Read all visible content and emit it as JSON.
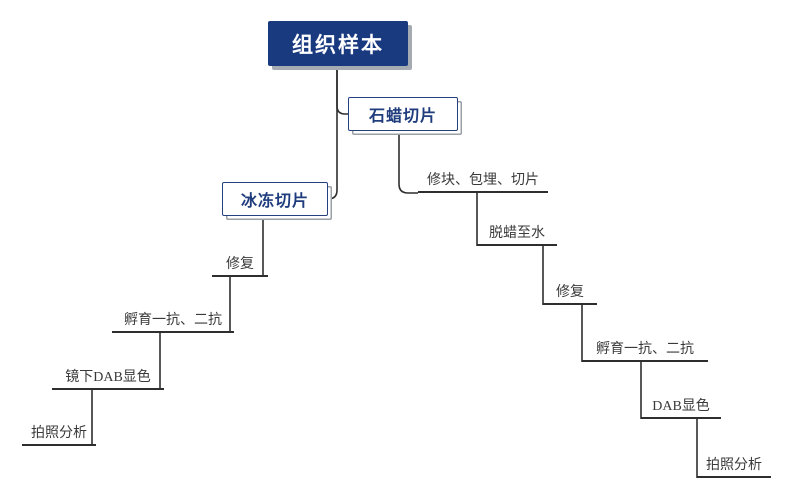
{
  "diagram": {
    "root": {
      "label": "组织样本"
    },
    "branches": {
      "paraffin": {
        "title": "石蜡切片",
        "steps": [
          {
            "label": "修块、包埋、切片"
          },
          {
            "label": "脱蜡至水"
          },
          {
            "label": "修复"
          },
          {
            "label": "孵育一抗、二抗"
          },
          {
            "label": "DAB显色"
          },
          {
            "label": "拍照分析"
          }
        ]
      },
      "frozen": {
        "title": "冰冻切片",
        "steps": [
          {
            "label": "修复"
          },
          {
            "label": "孵育一抗、二抗"
          },
          {
            "label": "镜下DAB显色"
          },
          {
            "label": "拍照分析"
          }
        ]
      }
    },
    "colors": {
      "root_bg": "#1a3a80",
      "root_text": "#ffffff",
      "branch_border": "#24407e",
      "branch_text": "#1f3c7d",
      "step_text": "#3a3a3a",
      "connector": "#2e2e2e"
    }
  }
}
